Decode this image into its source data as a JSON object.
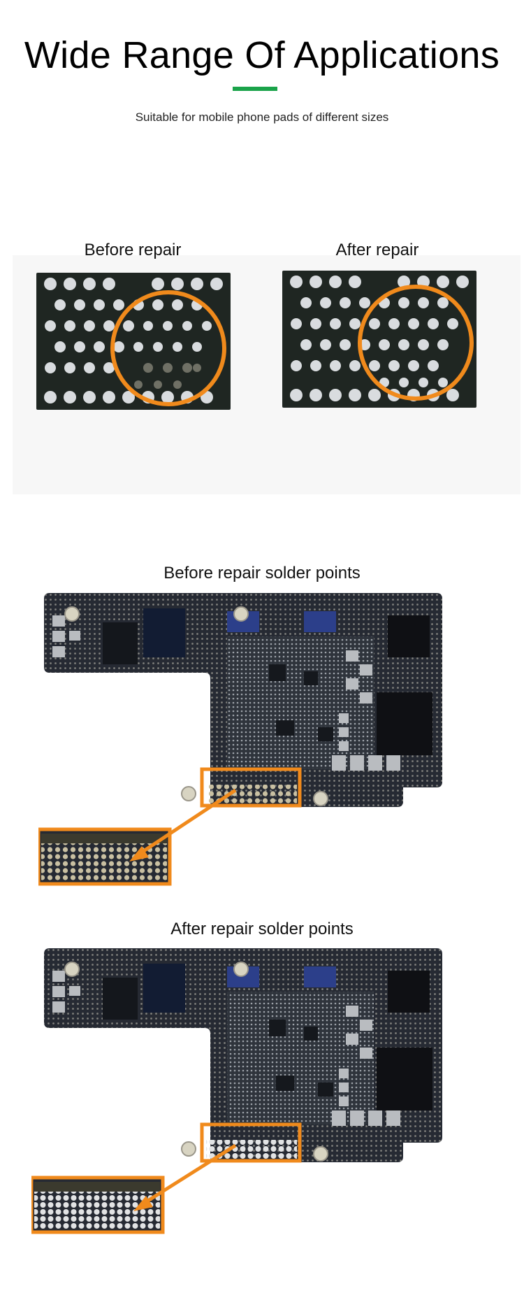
{
  "header": {
    "title": "Wide Range Of Applications",
    "subtitle": "Suitable for mobile phone pads of different sizes"
  },
  "chip_compare": {
    "before_label": "Before repair",
    "after_label": "After repair"
  },
  "boards": {
    "before_label": "Before repair solder points",
    "after_label": "After repair solder points"
  },
  "colors": {
    "accent_green": "#1aa34a",
    "highlight_orange": "#f08a1c",
    "pcb_dark": "#262a33",
    "chip_dark": "#1f2622",
    "pad_silver": "#d9dcdf"
  }
}
